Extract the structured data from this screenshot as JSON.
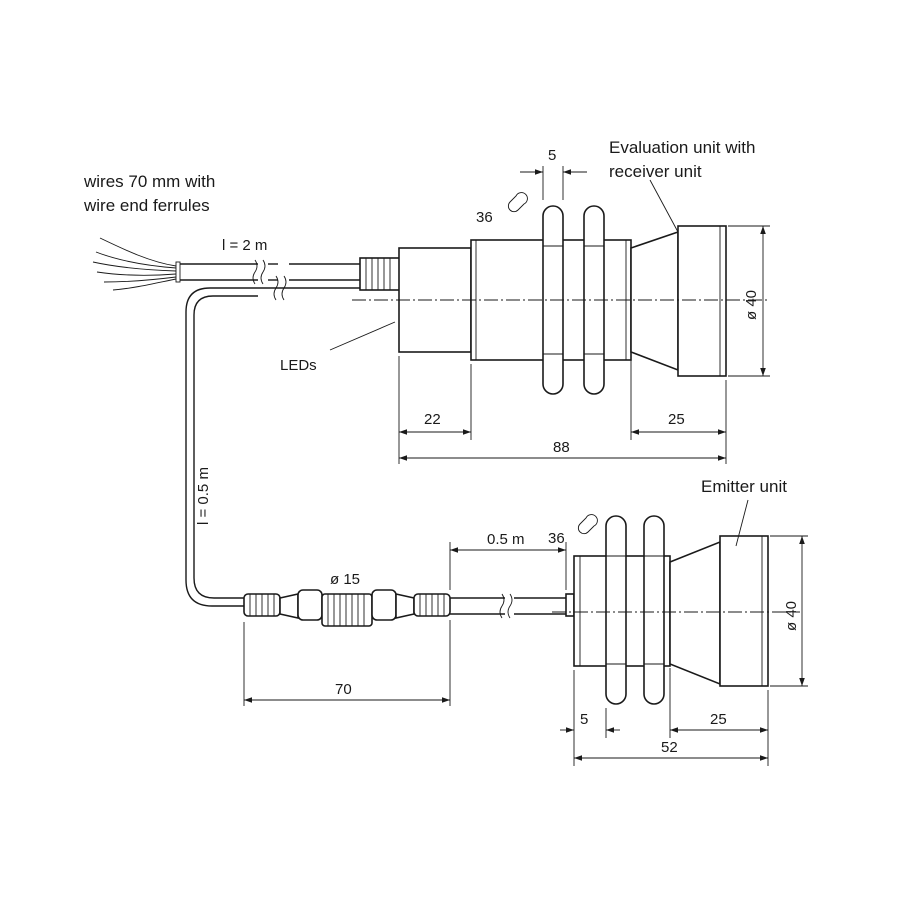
{
  "labels": {
    "wires": [
      "wires 70 mm with",
      "wire end ferrules"
    ],
    "cable_length_top": "l = 2 m",
    "cable_length_side": "l = 0.5 m",
    "leds": "LEDs",
    "evaluation_unit": [
      "Evaluation unit with",
      "receiver unit"
    ],
    "emitter_unit": "Emitter unit",
    "cable_length_emitter": "0.5 m",
    "connector_diameter": "ø 15"
  },
  "dimensions": {
    "receiver": {
      "wrench": "36",
      "nut_width": "5",
      "diameter": "ø 40",
      "rear_length": "22",
      "front_length": "25",
      "total_length": "88"
    },
    "emitter": {
      "wrench": "36",
      "diameter": "ø 40",
      "rear_length": "5",
      "front_length": "25",
      "total_length": "52"
    },
    "connector_length": "70"
  }
}
